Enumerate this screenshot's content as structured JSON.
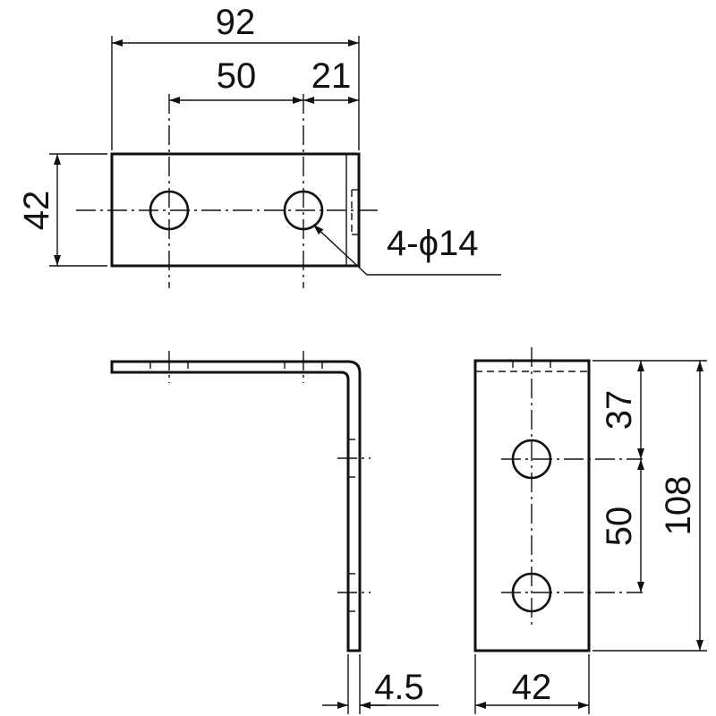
{
  "top_view": {
    "overall_width": "92",
    "hole_pitch": "50",
    "hole_to_edge": "21",
    "height": "42",
    "hole_callout": "4-ϕ14"
  },
  "front_view": {
    "thickness": "4.5"
  },
  "side_view": {
    "hole_offset": "37",
    "hole_pitch": "50",
    "overall_height": "108",
    "width": "42"
  }
}
